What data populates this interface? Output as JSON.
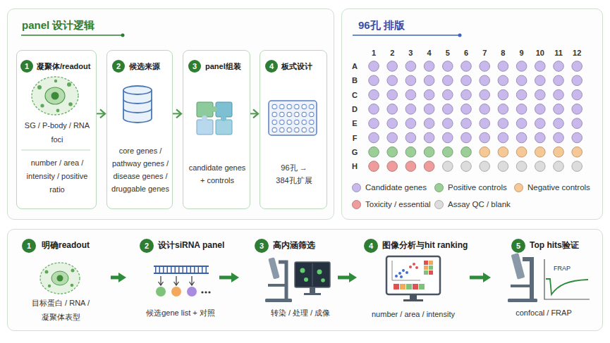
{
  "diagram": {
    "nodes": [
      {
        "text": [
          "panel 设计逻辑"
        ]
      },
      {
        "text": [
          "凝聚体/readout",
          "SG / P-body / RNA foci",
          "number / area / intensity / positive ratio"
        ],
        "in": 0
      },
      {
        "text": [
          "1"
        ],
        "in": 1
      },
      {
        "text": [
          "候选来源",
          "core genes / pathway genes / disease genes / druggable genes"
        ],
        "in": 0
      },
      {
        "text": [
          "2"
        ],
        "in": 3
      },
      {
        "text": [
          "panel组装",
          "candidate genes + controls"
        ],
        "in": 0
      },
      {
        "text": [
          "3"
        ],
        "in": 5
      },
      {
        "text": [
          "板式设计",
          "96孔 → 384孔扩展"
        ],
        "in": 0
      },
      {
        "text": [
          "4"
        ],
        "in": 7
      },
      {
        "text": [
          "96孔 排版"
        ]
      },
      {
        "text": []
      },
      {
        "text": [
          "明确readout",
          "目标蛋白 / RNA / 凝聚体表型"
        ],
        "in": 10
      },
      {
        "text": [
          "1"
        ],
        "in": 11
      },
      {
        "text": [
          "设计siRNA panel",
          "候选gene list + 对照"
        ],
        "in": 10
      },
      {
        "text": [
          "2"
        ],
        "in": 13
      },
      {
        "text": [
          "高内涵筛选",
          "转染 / 处理 / 成像"
        ],
        "in": 10
      },
      {
        "text": [
          "3"
        ],
        "in": 15
      },
      {
        "text": [
          "图像分析与hit ranking",
          "number / area / intensity"
        ],
        "in": 10
      },
      {
        "text": [
          "4"
        ],
        "in": 17
      },
      {
        "text": [
          "Top hits验证",
          "confocal / FRAP"
        ],
        "in": 10
      },
      {
        "text": [
          "5"
        ],
        "in": 19
      }
    ],
    "edges": [
      {
        "from": 1,
        "to": 3,
        "arrow": "to"
      },
      {
        "from": 3,
        "to": 5,
        "arrow": "to"
      },
      {
        "from": 5,
        "to": 7,
        "arrow": "to"
      },
      {
        "from": 11,
        "to": 13,
        "arrow": "to"
      },
      {
        "from": 13,
        "to": 15,
        "arrow": "to"
      },
      {
        "from": 15,
        "to": 17,
        "arrow": "to"
      },
      {
        "from": 17,
        "to": 19,
        "arrow": "to"
      }
    ],
    "labels": [
      "1",
      "2",
      "3",
      "4",
      "5",
      "6",
      "7",
      "8",
      "9",
      "10",
      "11",
      "12",
      "A",
      "B",
      "C",
      "D",
      "E",
      "F",
      "G",
      "H",
      "FRAP"
    ],
    "legend": [
      {
        "text": "Candidate genes",
        "color": "#c8b8ec"
      },
      {
        "text": "Positive controls",
        "color": "#9ccf98"
      },
      {
        "text": "Negative controls",
        "color": "#f6c896"
      },
      {
        "text": "Toxicity / essential",
        "color": "#ef9c9c"
      },
      {
        "text": "Assay QC / blank",
        "color": "#dcdcdc"
      }
    ]
  }
}
